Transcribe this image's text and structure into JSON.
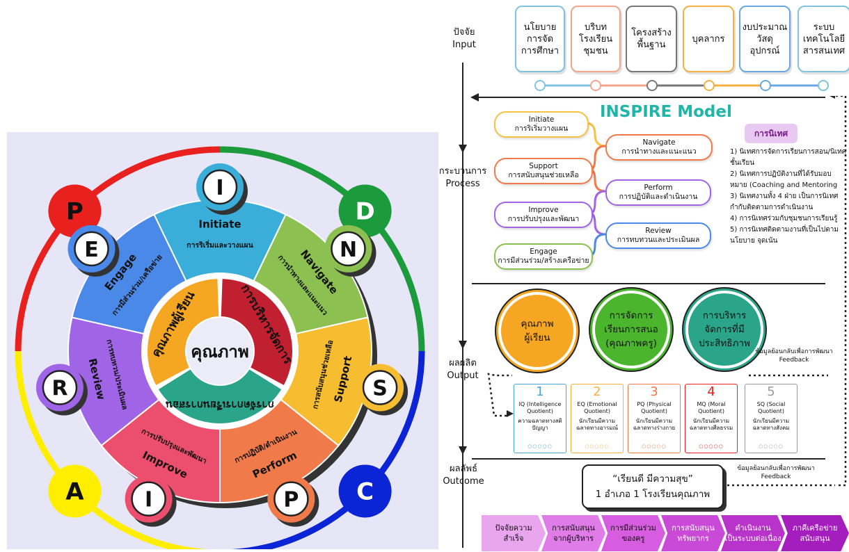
{
  "wheel": {
    "center": "คุณภาพ",
    "inner": {
      "learner": "คุณภาพผู้เรียน",
      "management": "การบริหารจัดการ",
      "teaching": "การจัดการเรียนการสอน"
    },
    "segments": [
      {
        "letter": "I",
        "name": "Initiate",
        "thai": "การริเริ่มและวางแผน",
        "color": "#3aaed8"
      },
      {
        "letter": "N",
        "name": "Navigate",
        "thai": "การนำทางและแนะแนว",
        "color": "#8cc152"
      },
      {
        "letter": "S",
        "name": "Support",
        "thai": "การสนับสนุนช่วยเหลือ",
        "color": "#f5bd2f"
      },
      {
        "letter": "P",
        "name": "Perform",
        "thai": "การปฏิบัติ/ดำเนินงาน",
        "color": "#f07a4a"
      },
      {
        "letter": "I",
        "name": "Improve",
        "thai": "การปรับปรุงและพัฒนา",
        "color": "#ec4f6e"
      },
      {
        "letter": "R",
        "name": "Review",
        "thai": "การทบทวน/ประเมินผล",
        "color": "#a064e6"
      },
      {
        "letter": "E",
        "name": "Engage",
        "thai": "การมีส่วนร่วม/เครือข่าย",
        "color": "#4a89e8"
      }
    ],
    "outer": [
      {
        "letter": "P",
        "color": "#e8201e"
      },
      {
        "letter": "D",
        "color": "#1b9b3c"
      },
      {
        "letter": "C",
        "color": "#0a24d6"
      },
      {
        "letter": "A",
        "color": "#ffee00"
      }
    ]
  },
  "input": {
    "label_th": "ปัจจัย",
    "label_en": "Input",
    "boxes": [
      {
        "text": "นโยบาย\nการจัด\nการศึกษา",
        "color": "#7fc3df"
      },
      {
        "text": "บริบท\nโรงเรียน\nชุมชน",
        "color": "#f2a58e"
      },
      {
        "text": "โครงสร้าง\nพื้นฐาน",
        "color": "#777777"
      },
      {
        "text": "บุคลากร",
        "color": "#f5b041"
      },
      {
        "text": "งบประมาณ\nวัสดุ\nอุปกรณ์",
        "color": "#6aa7e0"
      },
      {
        "text": "ระบบ\nเทคโนโลยี\nสารสนเทศ",
        "color": "#7fc3df"
      }
    ]
  },
  "process": {
    "label_th": "กระบวนการ",
    "label_en": "Process",
    "model_title": "INSPIRE Model",
    "pills": [
      {
        "en": "Initiate",
        "th": "การริเริ่มวางแผน",
        "color": "#f5c243"
      },
      {
        "en": "Navigate",
        "th": "การนำทางและแนะแนว",
        "color": "#f07a4a"
      },
      {
        "en": "Support",
        "th": "การสนับสนุนช่วยเหลือ",
        "color": "#f07a4a"
      },
      {
        "en": "Perform",
        "th": "การปฏิบัติและดำเนินงาน",
        "color": "#a064e6"
      },
      {
        "en": "Improve",
        "th": "การปรับปรุงและพัฒนา",
        "color": "#a064e6"
      },
      {
        "en": "Review",
        "th": "การทบทวนและประเมินผล",
        "color": "#4a89e8"
      },
      {
        "en": "Engage",
        "th": "การมีส่วนร่วม/สร้างเครือข่าย",
        "color": "#8cc152"
      }
    ],
    "supervision": {
      "title": "การนิเทศ",
      "items": [
        "1) นิเทศการจัดการเรียนการสอน/นิเทศชั้นเรียน",
        "2) นิเทศการปฏิบัติงานที่ได้รับมอบหมาย (Coaching and Mentoring",
        "3) นิเทศงานทั้ง 4 ฝ่าย เป็นการนิเทศกำกับติดตามการดำเนินงาน",
        "4) การนิเทศร่วมกับชุมชนการเรียนรู้",
        "5) การนิเทศติดตามงานที่เป็นไปตามนโยบาย จุดเน้น"
      ]
    }
  },
  "output": {
    "label_th": "ผลผลิต",
    "label_en": "Output",
    "circles": [
      {
        "text": "คุณภาพ\nผู้เรียน",
        "color": "#f5a623"
      },
      {
        "text": "การจัดการ\nเรียนการสนอ\n(คุณภาพครู)",
        "color": "#4cb52e"
      },
      {
        "text": "การบริหาร\nจัดการที่มี\nประสิทธิภาพ",
        "color": "#2aa58a"
      }
    ],
    "feedback": "ข้อมูลย้อนกลับเพื่อการพัฒนา\nFeedback",
    "quotients": [
      {
        "num": "1",
        "title": "IQ (Intelligence Quotient)",
        "desc": "ความฉลาดทางสติปัญญา",
        "color": "#4aa6d6"
      },
      {
        "num": "2",
        "title": "EQ (Emotional Quotient)",
        "desc": "นักเรียนมีความฉลาดทางอารมณ์",
        "color": "#f5b041"
      },
      {
        "num": "3",
        "title": "PQ (Physical Quotient)",
        "desc": "นักเรียนมีความฉลาดทางร่างกาย",
        "color": "#f07a4a"
      },
      {
        "num": "4",
        "title": "MQ (Moral Quotient)",
        "desc": "นักเรียนมีความฉลาดทางศีลธรรม",
        "color": "#e8201e"
      },
      {
        "num": "5",
        "title": "SQ (Social Quotient)",
        "desc": "นักเรียนมีความฉลาดทางสังคม",
        "color": "#999999"
      }
    ]
  },
  "outcome": {
    "label_th": "ผลลัพธ์",
    "label_en": "Outcome",
    "line1": "“เรียนดี มีความสุข”",
    "line2": "1 อำเภอ 1 โรงเรียนคุณภาพ",
    "feedback": "ข้อมูลย้อนกลับเพื่อการพัฒนา\nFeedback"
  },
  "success_factors": [
    {
      "text": "ปัจจัยความ\nสำเร็จ",
      "color": "#e9a6ef"
    },
    {
      "text": "การสนับสนุน\nจากผู้บริหาร",
      "color": "#df7ce8"
    },
    {
      "text": "การมีส่วนร่วม\nของครู",
      "color": "#d65ddf"
    },
    {
      "text": "การสนับสนุน\nทรัพยากร",
      "color": "#c94ad6"
    },
    {
      "text": "ดำเนินงาน\nเป็นระบบต่อเนื่อง",
      "color": "#b833c9"
    },
    {
      "text": "ภาคีเครือข่าย\nสนับสนุน",
      "color": "#a41dbd"
    }
  ]
}
